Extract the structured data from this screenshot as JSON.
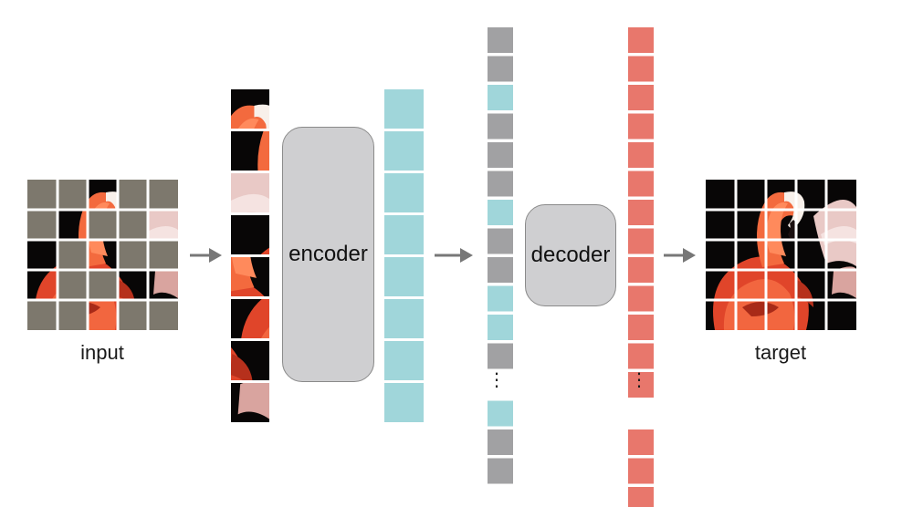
{
  "labels": {
    "input": "input",
    "encoder": "encoder",
    "decoder": "decoder",
    "target": "target",
    "ellipsis": "⋮"
  },
  "input_grid": {
    "rows": 5,
    "cols": 5,
    "visible_cells": [
      [
        0,
        2
      ],
      [
        1,
        1
      ],
      [
        1,
        4
      ],
      [
        2,
        0
      ],
      [
        2,
        2
      ],
      [
        3,
        0
      ],
      [
        3,
        3
      ],
      [
        3,
        4
      ],
      [
        4,
        2
      ]
    ]
  },
  "patch_column": {
    "count": 8
  },
  "encoder_output": {
    "count": 8
  },
  "decoder_input": {
    "tokens": [
      "mask",
      "mask",
      "visible",
      "mask",
      "mask",
      "mask",
      "visible",
      "mask",
      "mask",
      "visible",
      "visible",
      "mask",
      "ellipsis",
      "visible",
      "mask",
      "mask"
    ]
  },
  "decoder_output": {
    "count_before_ellipsis": 13,
    "count_after_ellipsis": 3
  },
  "target_grid": {
    "rows": 5,
    "cols": 5
  },
  "colors": {
    "mask_tile": "#7d786d",
    "visible_token": "#a0d6da",
    "mask_token": "#a1a1a3",
    "output_token": "#e8776c",
    "arrow": "#777777",
    "block_fill": "#cfcfd1",
    "block_border": "#8a8a8a"
  },
  "icons": {
    "arrow": "right-arrow-icon"
  }
}
